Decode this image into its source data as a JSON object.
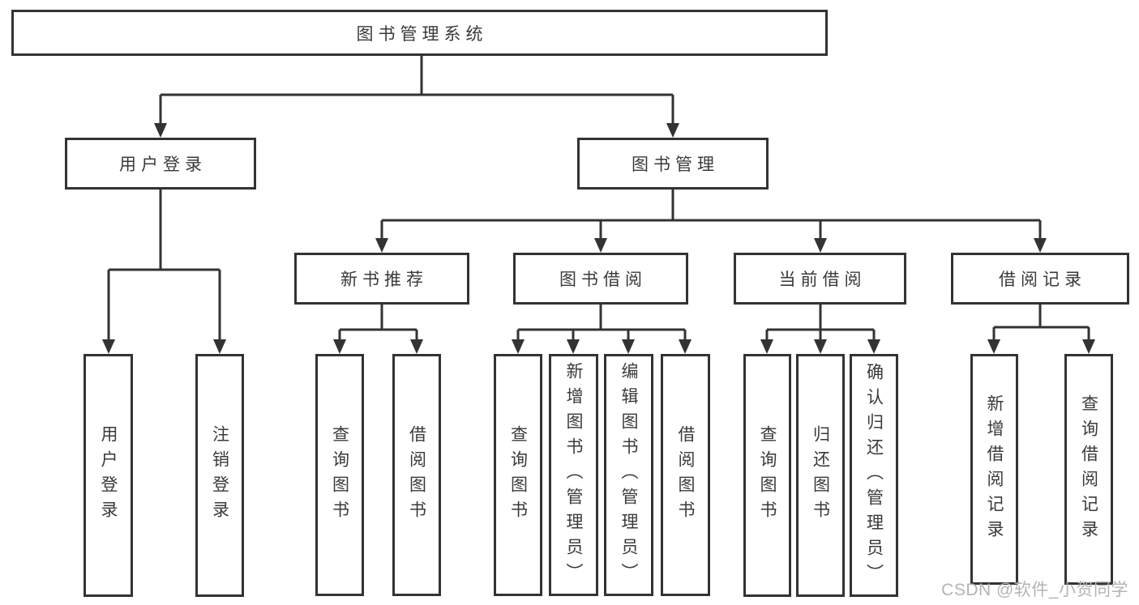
{
  "diagram": {
    "root": {
      "label": "图书管理系统"
    },
    "branches": [
      {
        "label": "用户登录",
        "children": [
          {
            "label": "用户登录"
          },
          {
            "label": "注销登录"
          }
        ]
      },
      {
        "label": "图书管理",
        "children": [
          {
            "label": "新书推荐",
            "children": [
              {
                "label": "查询图书"
              },
              {
                "label": "借阅图书"
              }
            ]
          },
          {
            "label": "图书借阅",
            "children": [
              {
                "label": "查询图书"
              },
              {
                "label": "新增图书（管理员）"
              },
              {
                "label": "编辑图书（管理员）"
              },
              {
                "label": "借阅图书"
              }
            ]
          },
          {
            "label": "当前借阅",
            "children": [
              {
                "label": "查询图书"
              },
              {
                "label": "归还图书"
              },
              {
                "label": "确认归还（管理员）"
              }
            ]
          },
          {
            "label": "借阅记录",
            "children": [
              {
                "label": "新增借阅记录"
              },
              {
                "label": "查询借阅记录"
              }
            ]
          }
        ]
      }
    ]
  },
  "watermark": {
    "text": "CSDN @软件_小贺同学"
  },
  "colors": {
    "line": "#333333",
    "text": "#3a3a3a",
    "watermark": "#b3b3b3",
    "background": "#ffffff"
  }
}
